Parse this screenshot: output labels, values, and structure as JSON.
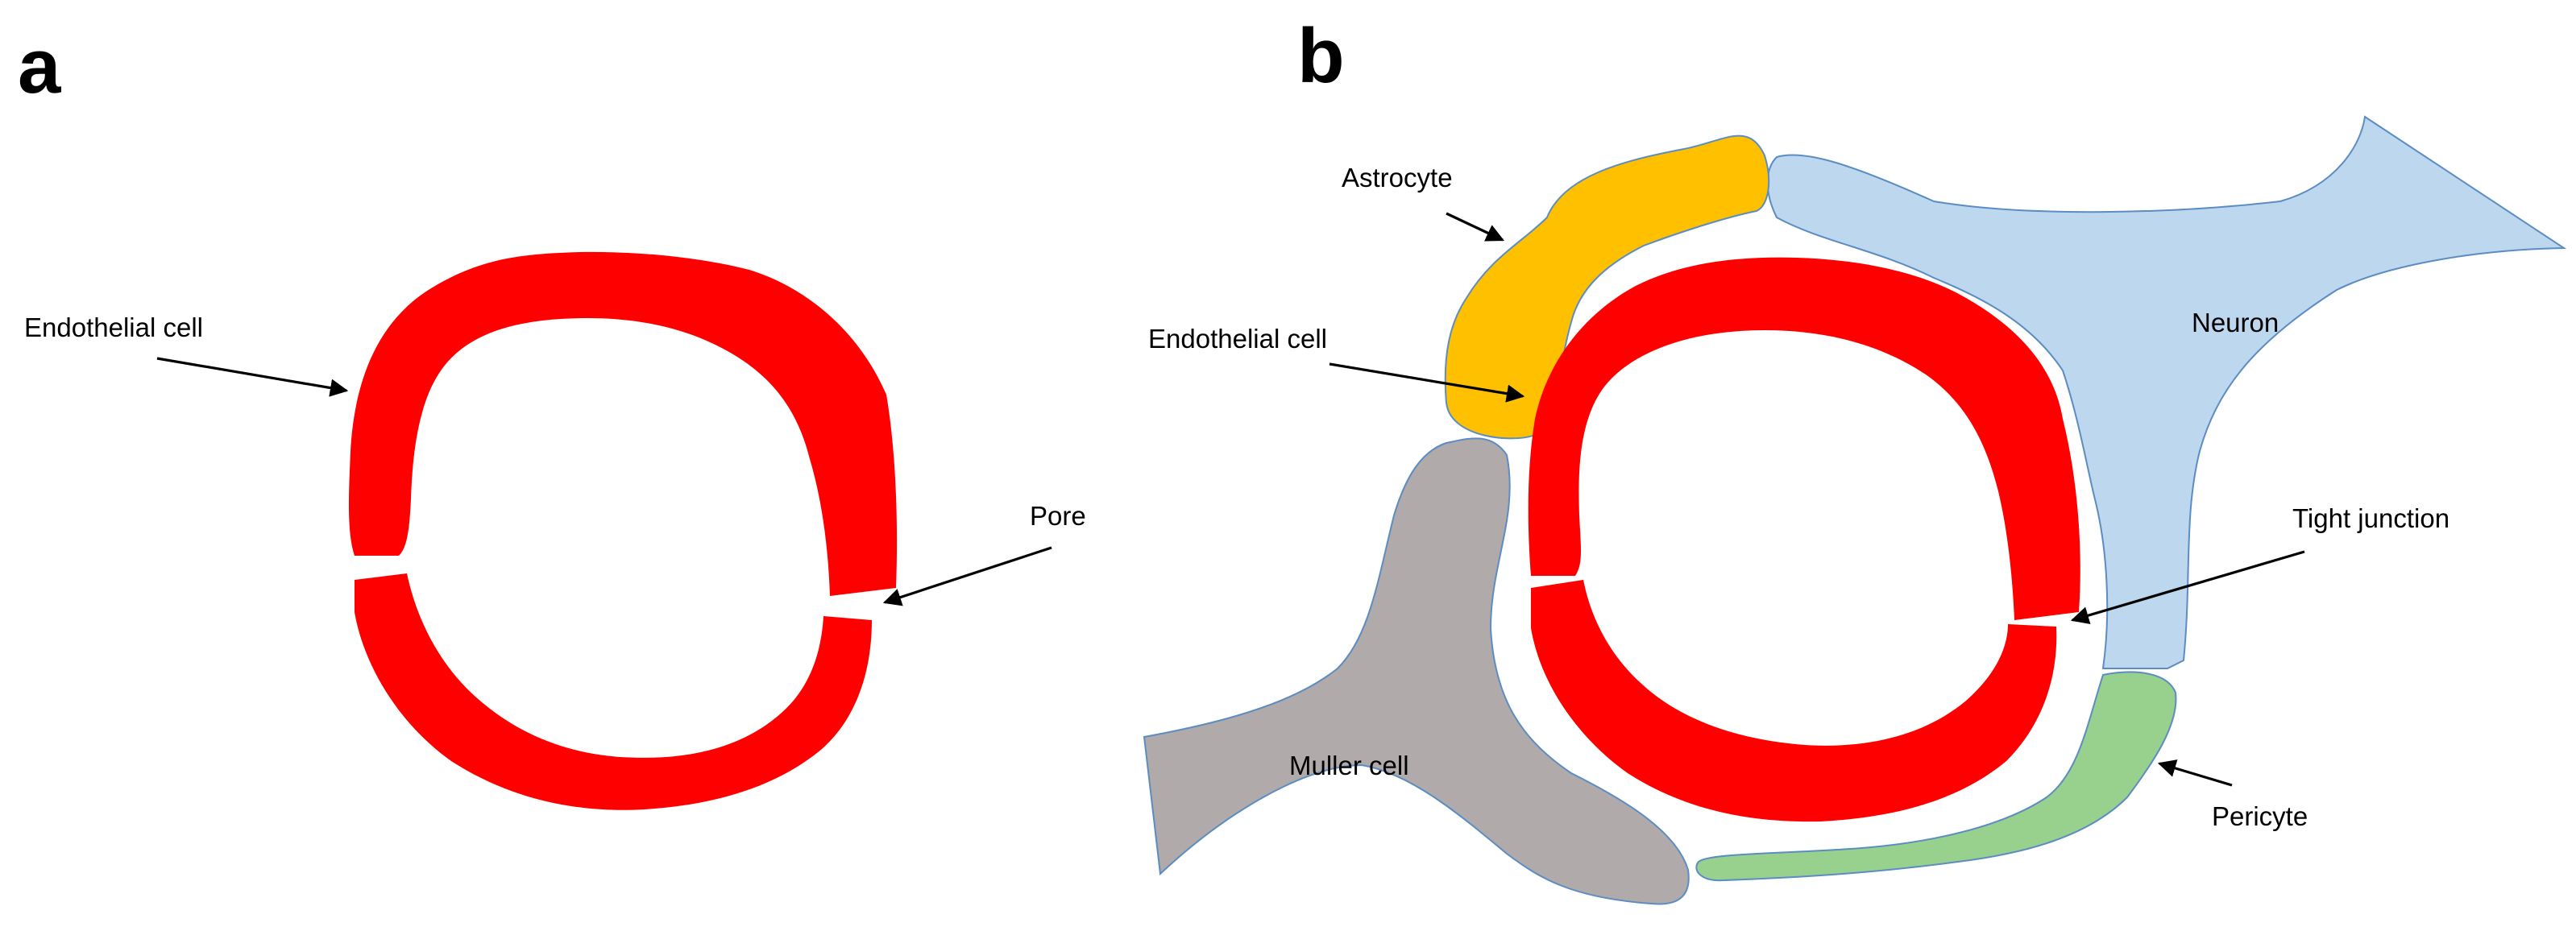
{
  "panels": {
    "a": {
      "letter": "a",
      "labels": {
        "endothelial_cell": "Endothelial cell",
        "pore": "Pore"
      }
    },
    "b": {
      "letter": "b",
      "labels": {
        "astrocyte": "Astrocyte",
        "endothelial_cell": "Endothelial cell",
        "neuron": "Neuron",
        "tight_junction": "Tight junction",
        "muller_cell": "Muller cell",
        "pericyte": "Pericyte"
      }
    }
  },
  "colors": {
    "endothelial": "#ff0000",
    "astrocyte": "#ffc000",
    "neuron": "#bdd7ee",
    "muller": "#b0aaaa",
    "pericyte": "#98d18d",
    "outline": "#5b8cc2",
    "text": "#000000"
  }
}
